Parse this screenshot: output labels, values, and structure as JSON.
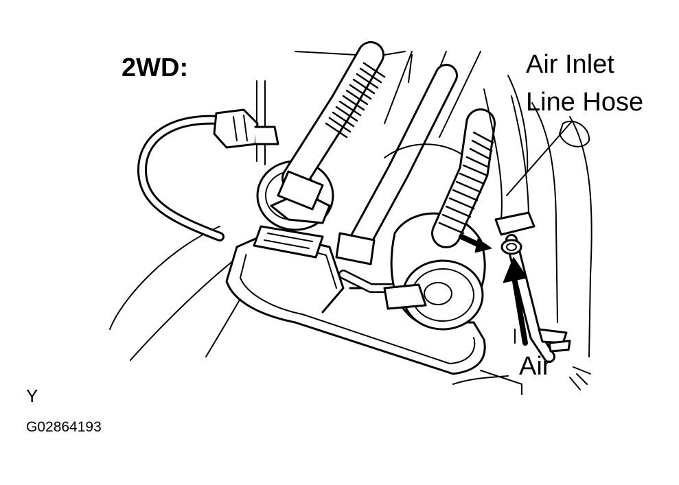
{
  "diagram": {
    "title": "2WD:",
    "callouts": {
      "air_inlet_line_hose_line1": "Air Inlet",
      "air_inlet_line_hose_line2": "Line Hose",
      "air": "Air"
    },
    "reference": {
      "code": "Y",
      "figure_id": "G02864193"
    },
    "colors": {
      "line": "#000000",
      "background": "#ffffff"
    }
  }
}
